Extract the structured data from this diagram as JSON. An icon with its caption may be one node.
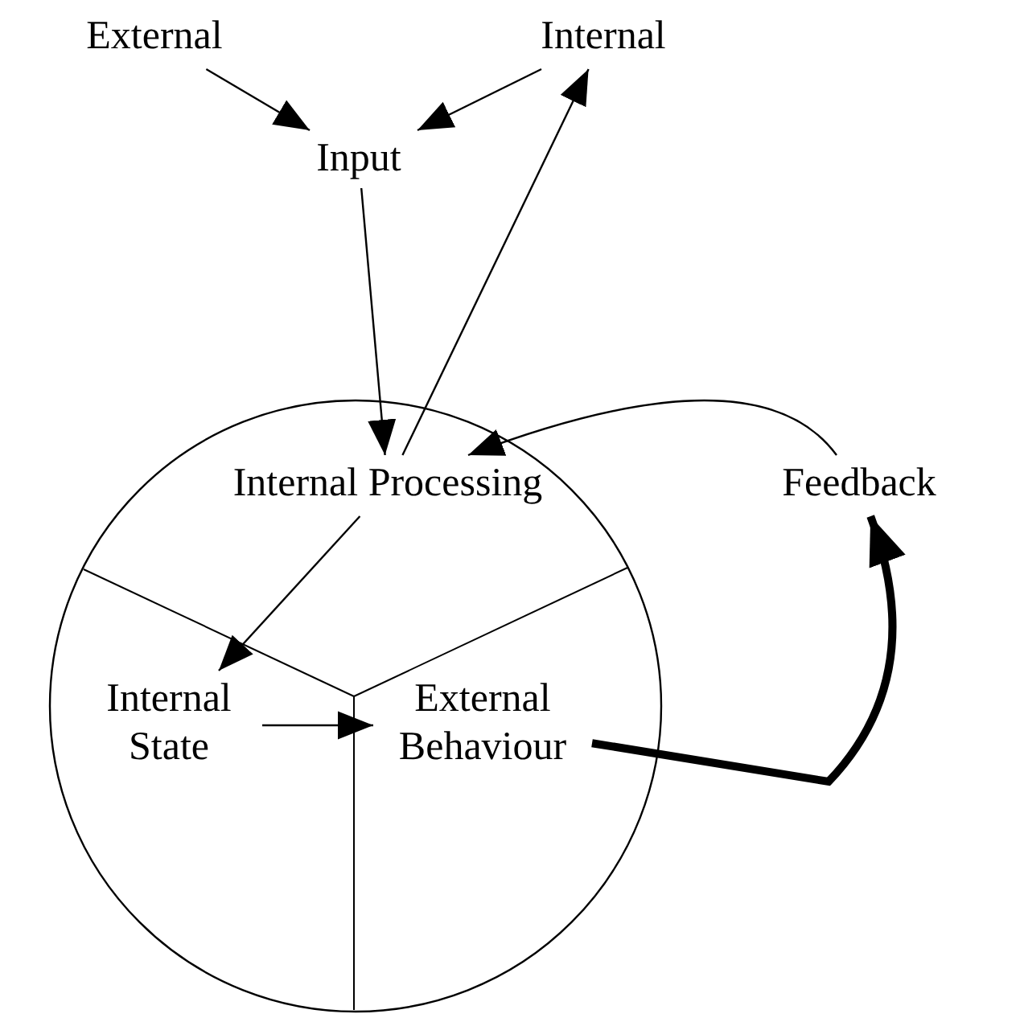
{
  "diagram": {
    "nodes": [
      {
        "text": [
          "External"
        ]
      },
      {
        "text": [
          "Internal"
        ]
      },
      {
        "text": [
          "Input"
        ]
      },
      {
        "text": [],
        "shape": "circle"
      },
      {
        "text": [
          "Internal Processing"
        ],
        "in": 3
      },
      {
        "text": [
          "Internal State"
        ],
        "in": 3
      },
      {
        "text": [
          "External Behaviour"
        ],
        "in": 3
      },
      {
        "text": [
          "Feedback"
        ]
      }
    ],
    "edges": [
      {
        "from": 0,
        "to": 2,
        "arrow": "to"
      },
      {
        "from": 1,
        "to": 2,
        "arrow": "to"
      },
      {
        "from": 2,
        "to": 4,
        "arrow": "to"
      },
      {
        "from": 4,
        "to": 1,
        "arrow": "to"
      },
      {
        "from": 4,
        "to": 5,
        "arrow": "to"
      },
      {
        "from": 5,
        "to": 6,
        "arrow": "to"
      },
      {
        "from": 6,
        "to": 7,
        "arrow": "to",
        "style": "thick"
      },
      {
        "from": 7,
        "to": 4,
        "arrow": "to"
      }
    ]
  }
}
